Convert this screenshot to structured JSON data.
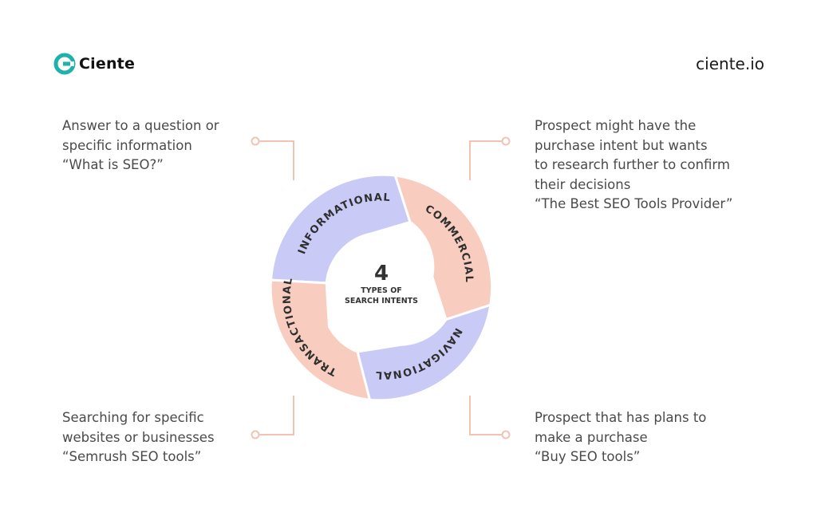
{
  "brand": {
    "name": "Ciente",
    "site": "ciente.io",
    "accent_color": "#1fb2a6",
    "logo_icon": "ciente-logo-icon"
  },
  "center": {
    "number": "4",
    "line1": "TYPES OF",
    "line2": "SEARCH INTENTS"
  },
  "segments": [
    {
      "label": "INFORMATIONAL",
      "color": "#c9caf5"
    },
    {
      "label": "COMMERCIAL",
      "color": "#f8cdbf"
    },
    {
      "label": "NAVIGATIONAL",
      "color": "#c9caf5"
    },
    {
      "label": "TRANSACTIONAL",
      "color": "#f8cdbf"
    }
  ],
  "connector_color": "#f3c2b2",
  "notes": {
    "informational": [
      "Answer to a question or",
      "specific information",
      "“What is SEO?”"
    ],
    "commercial": [
      "Prospect might have the",
      "purchase intent but wants",
      "to research further to confirm",
      "their decisions",
      "“The Best SEO Tools Provider”"
    ],
    "navigational": [
      "Searching for specific",
      "websites or businesses",
      "“Semrush SEO tools”"
    ],
    "transactional": [
      "Prospect that has plans to",
      "make a purchase",
      "“Buy SEO tools”"
    ]
  }
}
